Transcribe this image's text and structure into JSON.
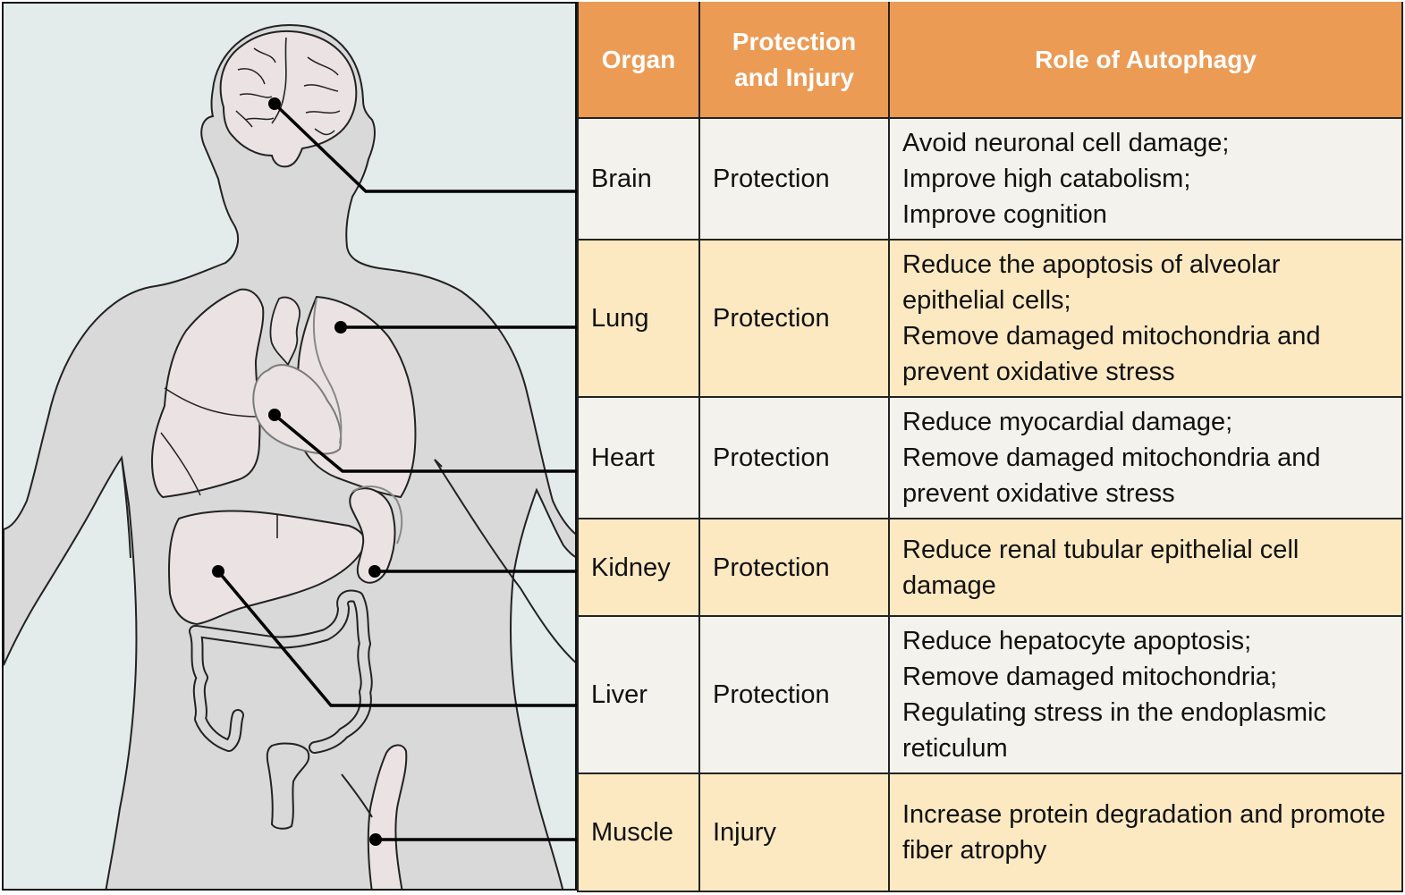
{
  "table": {
    "headers": {
      "organ": "Organ",
      "status": "Protection and Injury",
      "role": "Role of Autophagy"
    },
    "rows": [
      {
        "organ": "Brain",
        "status": "Protection",
        "role": [
          "Avoid neuronal cell damage;",
          "Improve high catabolism;",
          "Improve cognition"
        ]
      },
      {
        "organ": "Lung",
        "status": "Protection",
        "role": [
          "Reduce the apoptosis of alveolar epithelial cells;",
          "Remove damaged mitochondria and prevent oxidative stress"
        ]
      },
      {
        "organ": "Heart",
        "status": "Protection",
        "role": [
          "Reduce myocardial damage;",
          "Remove damaged mitochondria and prevent oxidative stress"
        ]
      },
      {
        "organ": "Kidney",
        "status": "Protection",
        "role": [
          "Reduce renal tubular epithelial cell damage"
        ]
      },
      {
        "organ": "Liver",
        "status": "Protection",
        "role": [
          "Reduce hepatocyte apoptosis;",
          "Remove damaged mitochondria;",
          "Regulating stress in the endoplasmic reticulum"
        ]
      },
      {
        "organ": "Muscle",
        "status": "Injury",
        "role": [
          "Increase protein degradation and promote fiber atrophy"
        ]
      }
    ]
  },
  "colors": {
    "header_bg": "#ec9b55",
    "row_light": "#f4f2ec",
    "row_cream": "#fde9c1",
    "panel_bg": "#e4ebeb",
    "body_fill": "#d9d9d9",
    "organ_fill": "#ebe3e3"
  },
  "diagram": {
    "organs": [
      "brain",
      "lungs",
      "heart",
      "kidney",
      "liver",
      "intestine",
      "muscle"
    ]
  }
}
